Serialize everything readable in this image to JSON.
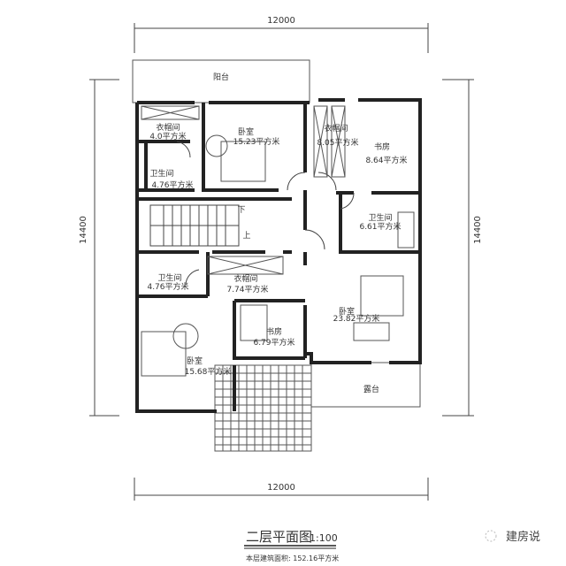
{
  "dimensions": {
    "top": "12000",
    "bottom": "12000",
    "left": "14400",
    "right": "14400"
  },
  "rooms": {
    "balcony": "阳台",
    "closet_nw": {
      "name": "衣帽间",
      "area": "4.0平方米"
    },
    "bedroom_n": {
      "name": "卧室",
      "area": "15.23平方米"
    },
    "closet_ne": {
      "name": "衣帽间",
      "area": "8.05平方米"
    },
    "study_ne": {
      "name": "书房",
      "area": "8.64平方米"
    },
    "bath_nw": {
      "name": "卫生间",
      "area": "4.76平方米"
    },
    "stair_down": "下",
    "stair_up": "上",
    "bath_e": {
      "name": "卫生间",
      "area": "6.61平方米"
    },
    "bath_w": {
      "name": "卫生间",
      "area": "4.76平方米"
    },
    "closet_c": {
      "name": "衣帽间",
      "area": "7.74平方米"
    },
    "study_c": {
      "name": "书房",
      "area": "6.79平方米"
    },
    "bedroom_se": {
      "name": "卧室",
      "area": "23.82平方米"
    },
    "bedroom_sw": {
      "name": "卧室",
      "area": "15.68平方米"
    },
    "terrace": "露台"
  },
  "title": {
    "name": "二层平面图",
    "scale": "1:100",
    "area_note": "本层建筑面积: 152.16平方米"
  },
  "watermark": "建房说"
}
